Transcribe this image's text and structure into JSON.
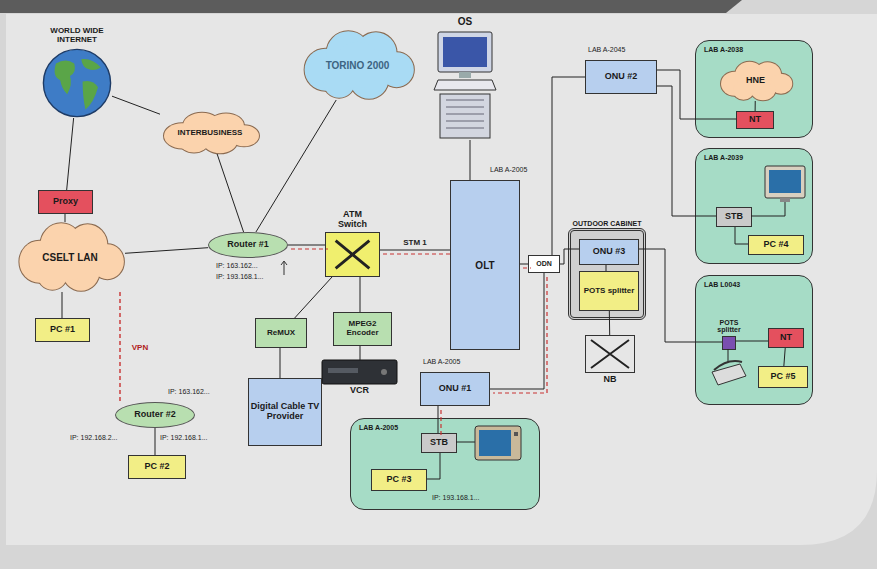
{
  "diagram": {
    "nodes": [
      {
        "text": [
          "WORLD WIDE INTERNET"
        ]
      },
      {
        "text": [
          "TORINO 2000"
        ]
      },
      {
        "text": [
          "INTERBUSINESS"
        ]
      },
      {
        "text": [
          "Proxy"
        ]
      },
      {
        "text": [
          "CSELT LAN"
        ]
      },
      {
        "text": [
          "Router #1"
        ]
      },
      {
        "text": [
          "ATM Switch"
        ]
      },
      {
        "text": [
          "OS"
        ]
      },
      {
        "text": [
          "OLT"
        ]
      },
      {
        "text": [
          "ODN"
        ]
      },
      {
        "text": [
          "ONU #2"
        ]
      },
      {
        "text": [
          "LAB A-2038"
        ]
      },
      {
        "text": [
          "HNE"
        ],
        "in": 11
      },
      {
        "text": [
          "NT"
        ],
        "in": 11
      },
      {
        "text": [
          "LAB A-2039"
        ]
      },
      {
        "text": [
          "STB"
        ],
        "in": 14
      },
      {
        "text": [
          "PC #4"
        ],
        "in": 14
      },
      {
        "text": [
          "OUTDOOR CABINET"
        ]
      },
      {
        "text": [
          "ONU #3"
        ],
        "in": 17
      },
      {
        "text": [
          "POTS splitter"
        ],
        "in": 17
      },
      {
        "text": [
          "NB"
        ]
      },
      {
        "text": [
          "LAB L0043"
        ]
      },
      {
        "text": [
          "POTS splitter"
        ],
        "in": 21
      },
      {
        "text": [
          "NT"
        ],
        "in": 21
      },
      {
        "text": [
          "PC #5"
        ],
        "in": 21
      },
      {
        "text": [
          "ONU #1"
        ]
      },
      {
        "text": [
          "LAB A-2005"
        ]
      },
      {
        "text": [
          "STB"
        ],
        "in": 26
      },
      {
        "text": [
          "PC #3"
        ],
        "in": 26
      },
      {
        "text": [
          "ReMUX"
        ]
      },
      {
        "text": [
          "MPEG2 Encoder"
        ]
      },
      {
        "text": [
          "VCR"
        ]
      },
      {
        "text": [
          "Digital Cable TV Provider"
        ]
      },
      {
        "text": [
          "PC #1"
        ]
      },
      {
        "text": [
          "Router #2"
        ]
      },
      {
        "text": [
          "PC #2"
        ]
      }
    ],
    "edges": [
      {
        "from": 0,
        "to": 3,
        "arrow": "none"
      },
      {
        "from": 0,
        "to": 2,
        "arrow": "none"
      },
      {
        "from": 1,
        "to": 5,
        "arrow": "none"
      },
      {
        "from": 2,
        "to": 5,
        "arrow": "none"
      },
      {
        "from": 3,
        "to": 4,
        "arrow": "none"
      },
      {
        "from": 4,
        "to": 5,
        "arrow": "none"
      },
      {
        "from": 5,
        "to": 6,
        "arrow": "none"
      },
      {
        "from": 6,
        "to": 8,
        "label": "STM 1",
        "arrow": "none"
      },
      {
        "from": 6,
        "to": 29,
        "arrow": "none"
      },
      {
        "from": 6,
        "to": 30,
        "arrow": "none"
      },
      {
        "from": 30,
        "to": 31,
        "arrow": "none"
      },
      {
        "from": 29,
        "to": 32,
        "arrow": "none"
      },
      {
        "from": 7,
        "to": 8,
        "arrow": "none"
      },
      {
        "from": 8,
        "to": 9,
        "arrow": "none"
      },
      {
        "from": 9,
        "to": 10,
        "arrow": "none"
      },
      {
        "from": 9,
        "to": 18,
        "arrow": "none"
      },
      {
        "from": 9,
        "to": 25,
        "arrow": "none"
      },
      {
        "from": 10,
        "to": 13,
        "arrow": "none"
      },
      {
        "from": 10,
        "to": 15,
        "arrow": "none"
      },
      {
        "from": 15,
        "to": 16,
        "arrow": "none"
      },
      {
        "from": 18,
        "to": 19,
        "arrow": "none"
      },
      {
        "from": 19,
        "to": 20,
        "arrow": "none"
      },
      {
        "from": 18,
        "to": 22,
        "arrow": "none"
      },
      {
        "from": 22,
        "to": 23,
        "arrow": "none"
      },
      {
        "from": 23,
        "to": 24,
        "arrow": "none"
      },
      {
        "from": 12,
        "to": 13,
        "arrow": "none"
      },
      {
        "from": 25,
        "to": 27,
        "arrow": "none"
      },
      {
        "from": 27,
        "to": 28,
        "arrow": "none"
      },
      {
        "from": 4,
        "to": 33,
        "arrow": "none"
      },
      {
        "from": 4,
        "to": 34,
        "label": "VPN",
        "arrow": "none"
      },
      {
        "from": 34,
        "to": 35,
        "arrow": "none"
      }
    ],
    "labels": [
      "IP: 163.162...",
      "IP: 193.168.1...",
      "LAB A-2005",
      "LAB A-2045",
      "LAB A-2005",
      "IP: 163.162...",
      "IP: 192.168.2...",
      "IP: 192.168.1...",
      "IP: 193.168.1..."
    ]
  }
}
